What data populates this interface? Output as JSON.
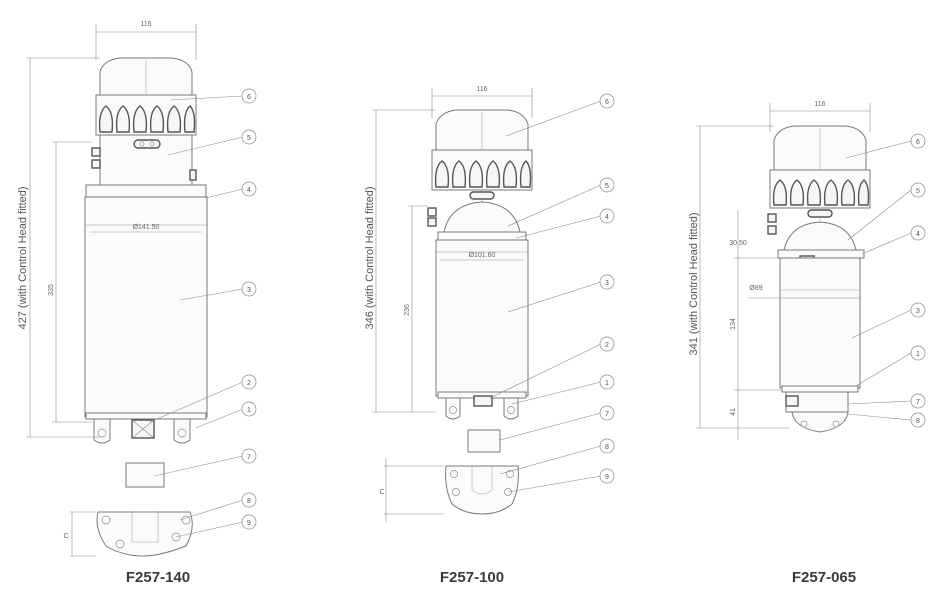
{
  "models": [
    {
      "label": "F257-140",
      "width_dim": "116",
      "total_height_dim": "427 (with Control Head fitted)",
      "body_height_dim": "335",
      "diameter_dim": "Ø141.50",
      "plate_dim": "C",
      "callouts": [
        "6",
        "5",
        "4",
        "3",
        "2",
        "1",
        "7",
        "8",
        "9"
      ]
    },
    {
      "label": "F257-100",
      "width_dim": "116",
      "total_height_dim": "346 (with Control Head fitted)",
      "body_height_dim": "236",
      "diameter_dim": "Ø101.60",
      "plate_dim": "C",
      "callouts": [
        "6",
        "5",
        "4",
        "3",
        "2",
        "1",
        "7",
        "8",
        "9"
      ]
    },
    {
      "label": "F257-065",
      "width_dim": "116",
      "total_height_dim": "341 (with Control Head fitted)",
      "head_dim": "30.50",
      "diameter_dim": "Ø89",
      "body_height_dim": "134",
      "base_dim": "41",
      "callouts": [
        "6",
        "5",
        "4",
        "3",
        "1",
        "7",
        "8"
      ]
    }
  ]
}
